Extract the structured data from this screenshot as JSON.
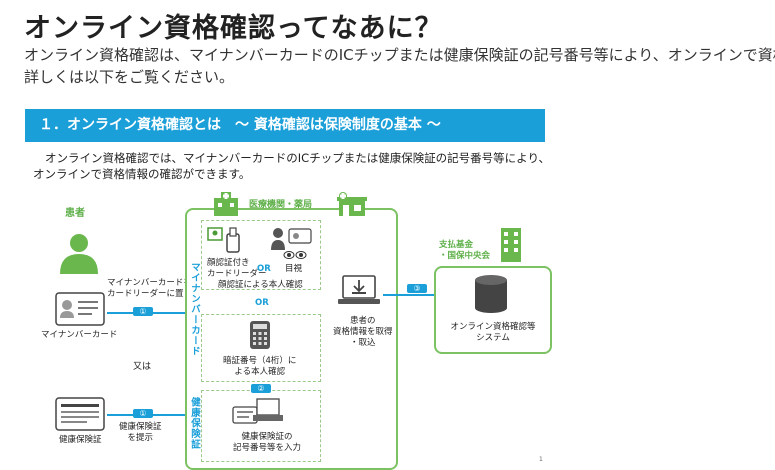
{
  "title": "オンライン資格確認ってなあに？",
  "intro": {
    "line1": "オンライン資格確認は、マイナンバーカードのICチップまたは健康保険証の記号番号等により、オンラインで資格情報の",
    "line2": "詳しくは以下をご覧ください。"
  },
  "slide": {
    "banner": "１．オンライン資格確認とは　～ 資格確認は保険制度の基本 ～",
    "text_line1": "オンライン資格確認では、マイナンバーカードのICチップまたは健康保険証の記号番号等により、",
    "text_line2": "オンラインで資格情報の確認ができます。",
    "patient_label": "患者",
    "card_instruction_1": "マイナンバーカードを",
    "card_instruction_2": "カードリーダーに置く",
    "mynumber_card_label": "マイナンバーカード",
    "or_text": "又は",
    "insurance_card_label": "健康保険証",
    "insurance_instruction_1": "健康保険証",
    "insurance_instruction_2": "を提示",
    "step1": "①",
    "step2": "②",
    "step3": "③",
    "medical_label": "医療機関・薬局",
    "vertical_mynumber": "マイナンバーカード",
    "vertical_insurance": "健康保険証",
    "face_reader_1": "顔認証付き",
    "face_reader_2": "カードリーダー",
    "or1": "OR",
    "visual_check": "目視",
    "face_confirm": "顔認証による本人確認",
    "or2": "OR",
    "pin_1": "暗証番号（4桁）に",
    "pin_2": "よる本人確認",
    "insurance_input_1": "健康保険証の",
    "insurance_input_2": "記号番号等を入力",
    "acquire_1": "患者の",
    "acquire_2": "資格情報を取得",
    "acquire_3": "・取込",
    "fund_1": "支払基金",
    "fund_2": "・国保中央会",
    "system_1": "オンライン資格確認等",
    "system_2": "システム",
    "page_number": "1"
  },
  "colors": {
    "accent_blue": "#1a9fd8",
    "green": "#7cc263"
  }
}
